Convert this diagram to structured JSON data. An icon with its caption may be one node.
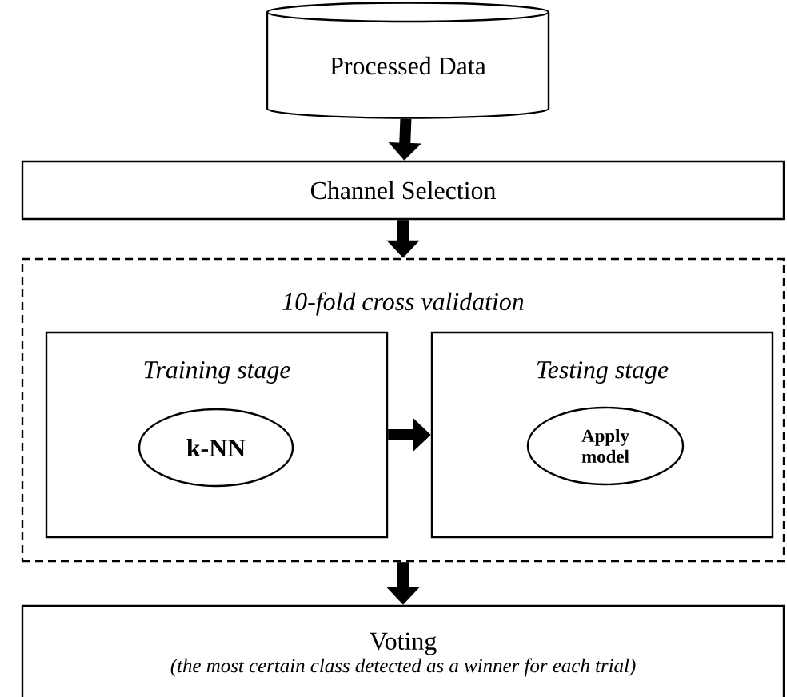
{
  "diagram": {
    "nodes": [
      {
        "text": [
          "Processed Data"
        ]
      },
      {
        "text": [
          "Channel Selection"
        ]
      },
      {
        "text": [
          "10-fold cross validation"
        ]
      },
      {
        "text": [
          "Training stage"
        ],
        "in": 2
      },
      {
        "text": [
          "k-NN"
        ],
        "in": 3
      },
      {
        "text": [
          "Testing stage"
        ],
        "in": 2
      },
      {
        "text": [
          "Apply model"
        ],
        "in": 5
      },
      {
        "text": [
          "Voting",
          "(the most certain class detected as a winner for each trial)"
        ]
      }
    ],
    "edges": [
      {
        "from": 0,
        "to": 1,
        "arrow": "to"
      },
      {
        "from": 1,
        "to": 2,
        "arrow": "to"
      },
      {
        "from": 3,
        "to": 5,
        "arrow": "to"
      },
      {
        "from": 2,
        "to": 7,
        "arrow": "to"
      }
    ]
  }
}
